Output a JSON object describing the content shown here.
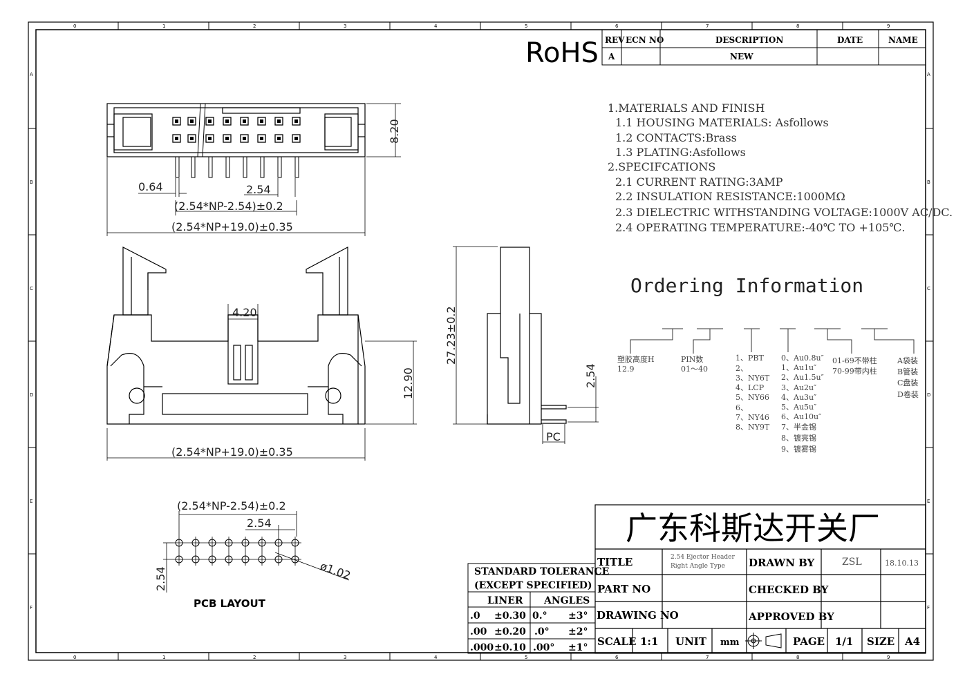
{
  "border": {
    "top_numbers": [
      "0",
      "1",
      "2",
      "3",
      "4",
      "5",
      "6",
      "7",
      "8",
      "9"
    ],
    "side_letters": [
      "A",
      "B",
      "C",
      "D",
      "E",
      "F"
    ]
  },
  "logo": "RoHS",
  "revision_table": {
    "headers": [
      "REV",
      "ECN NO",
      "DESCRIPTION",
      "DATE",
      "NAME"
    ],
    "row": {
      "rev": "A",
      "ecn": "",
      "description": "NEW",
      "date": "",
      "name": ""
    }
  },
  "specs": [
    "1.MATERIALS AND FINISH",
    "1.1 HOUSING MATERIALS: Asfollows",
    "1.2 CONTACTS:Brass",
    "1.3 PLATING:Asfollows",
    "2.SPECIFCATIONS",
    "2.1 CURRENT RATING:3AMP",
    "2.2 INSULATION RESISTANCE:1000MΩ",
    "2.3 DIELECTRIC WITHSTANDING VOLTAGE:1000V AC/DC.",
    "2.4 OPERATING TEMPERATURE:-40℃ TO +105℃."
  ],
  "ordering": {
    "title": "Ordering Information",
    "col1": [
      "塑胶高度H",
      "12.9"
    ],
    "col2": [
      "PIN数",
      "01～40"
    ],
    "col3": [
      "1、PBT",
      "2、",
      "3、NY6T",
      "4、LCP",
      "5、NY66",
      "6、",
      "7、NY46",
      "8、NY9T"
    ],
    "col4": [
      "0、Au0.8u″",
      "1、Au1u″",
      "2、Au1.5u″",
      "3、Au2u″",
      "4、Au3u″",
      "5、Au5u″",
      "6、Au10u″",
      "7、半金锡",
      "8、镀亮锡",
      "9、镀雾锡"
    ],
    "col5": [
      "01-69不带柱",
      "70-99带内柱"
    ],
    "col6": [
      "A袋装",
      "B管装",
      "C盘装",
      "D卷装"
    ]
  },
  "dimensions": {
    "top_height": "8.20",
    "pin_width": "0.64",
    "pitch": "2.54",
    "pin_span": "(2.54*NP-2.54)±0.2",
    "body_length": "(2.54*NP+19.0)±0.35",
    "slot_width": "4.20",
    "front_height": "12.90",
    "side_height": "27.23±0.2",
    "side_pitch": "2.54",
    "pc": "PC",
    "pcb_span": "(2.54*NP-2.54)±0.2",
    "pcb_pitch": "2.54",
    "pcb_row_pitch": "2.54",
    "hole_dia": "ø1.02"
  },
  "pcb_layout_label": "PCB LAYOUT",
  "tolerance": {
    "title1": "STANDARD TOLERANCE",
    "title2": "(EXCEPT  SPECIFIED)",
    "col_linear": "LINER",
    "col_angles": "ANGLES",
    "rows": [
      [
        ".0",
        "±0.30",
        "0.°",
        "±3°"
      ],
      [
        ".00",
        "±0.20",
        ".0°",
        "±2°"
      ],
      [
        ".000",
        "±0.10",
        ".00°",
        "±1°"
      ]
    ]
  },
  "title_block": {
    "company": "广东科斯达开关厂",
    "title_label": "TITLE",
    "title_value_1": "2.54 Ejector Header",
    "title_value_2": "Right Angle Type",
    "part_label": "PART NO",
    "drawing_label": "DRAWING NO",
    "drawn_label": "DRAWN BY",
    "drawn_value": "ZSL",
    "drawn_date": "18.10.13",
    "checked_label": "CHECKED BY",
    "approved_label": "APPROVED BY",
    "scale_label": "SCALE",
    "scale_value": "1:1",
    "unit_label": "UNIT",
    "unit_value": "mm",
    "page_label": "PAGE",
    "page_value": "1/1",
    "size_label": "SIZE",
    "size_value": "A4"
  }
}
